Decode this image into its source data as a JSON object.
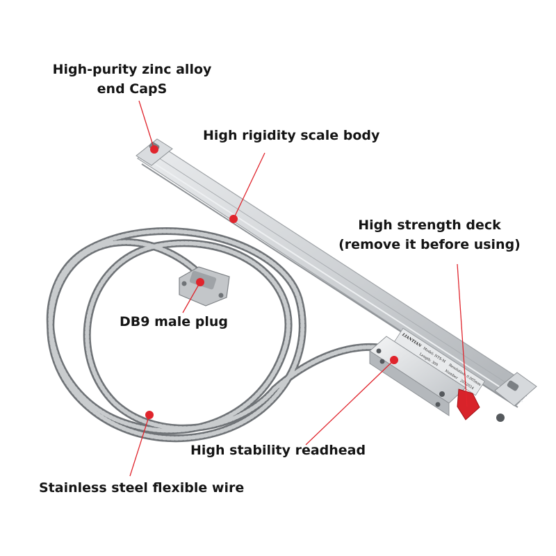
{
  "callouts": {
    "end_caps_line1": "High-purity zinc alloy",
    "end_caps_line2": "end CapS",
    "scale_body": "High rigidity scale body",
    "deck_line1": "High strength deck",
    "deck_line2": "(remove it before using)",
    "db9_plug": "DB9 male plug",
    "readhead": "High stability readhead",
    "wire": "Stainless steel flexible wire"
  },
  "scale_label": {
    "brand": "LIANTIAN",
    "model_text": "Model: NTS-M",
    "resolution_text": "Resolution: 0.005mm",
    "length_text": "Length: 300",
    "serial_label": "Number",
    "serial_value": "2022024"
  },
  "colors": {
    "callout_line": "#e0242c",
    "marker_dot": "#e0242c",
    "deck": "#d8232a",
    "scale_body": "#cdd0d3",
    "cable": "#8a8d90"
  }
}
